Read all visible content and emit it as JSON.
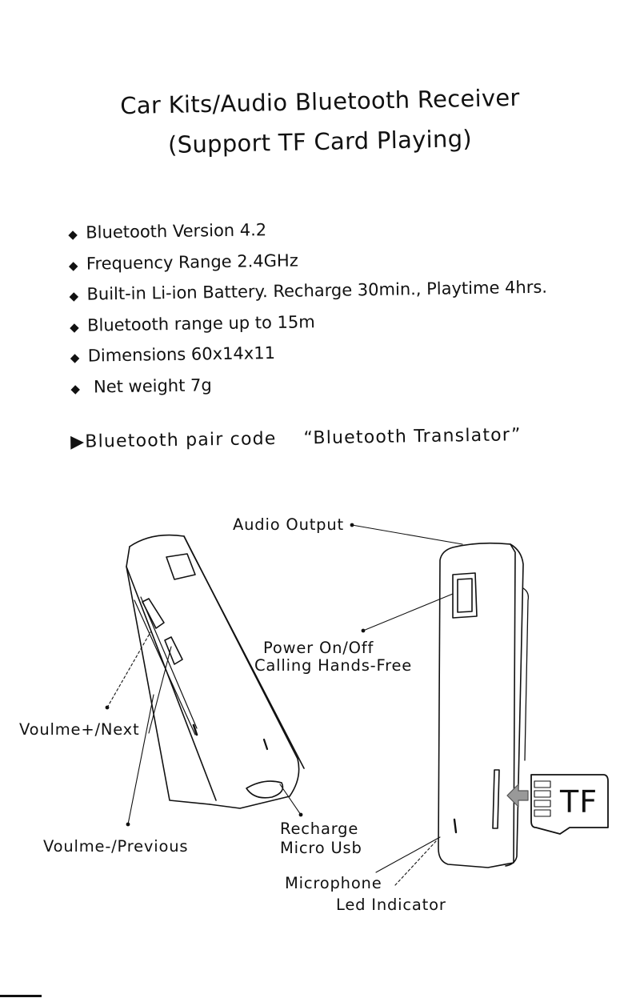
{
  "title": "Car Kits/Audio Bluetooth Receiver",
  "subtitle": "(Support TF Card Playing)",
  "specs": [
    "Bluetooth Version 4.2",
    "Frequency Range 2.4GHz",
    "Built-in Li-ion Battery. Recharge 30min., Playtime 4hrs.",
    "Bluetooth range up to 15m",
    "Dimensions 60x14x11",
    "Net weight 7g"
  ],
  "pair": {
    "label": "Bluetooth pair code",
    "value": "“Bluetooth Translator”"
  },
  "diagram": {
    "audio_output": "Audio Output",
    "power_1": "Power On/Off",
    "power_2": "Calling Hands-Free",
    "vol_up": "Voulme+/Next",
    "vol_down": "Voulme-/Previous",
    "recharge_1": "Recharge",
    "recharge_2": "Micro Usb",
    "microphone": "Microphone",
    "led": "Led Indicator",
    "tf": "TF"
  },
  "icons": {
    "bullet": "diamond-bullet",
    "arrow": "right-triangle-arrow"
  }
}
